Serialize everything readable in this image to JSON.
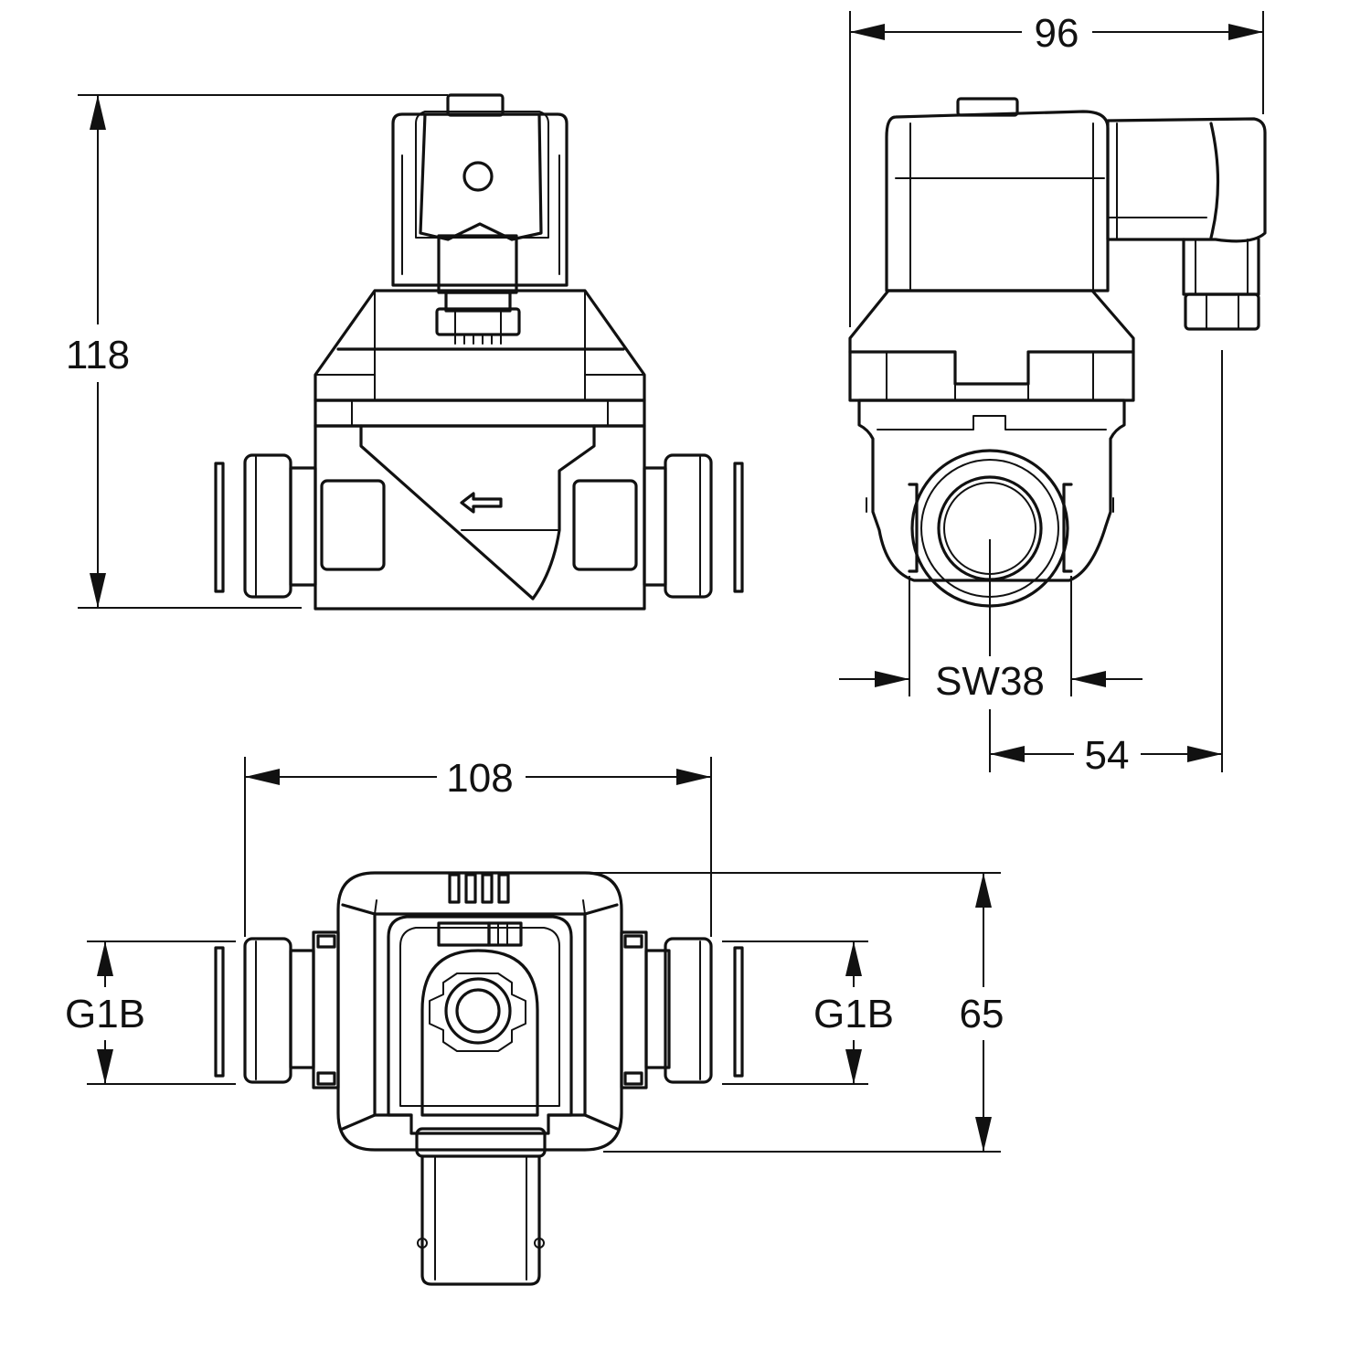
{
  "dimensions": {
    "height_front": "118",
    "width_side": "96",
    "wrench_size": "SW38",
    "offset_side": "54",
    "width_top": "108",
    "thread_left": "G1B",
    "thread_right": "G1B",
    "depth_top": "65"
  }
}
